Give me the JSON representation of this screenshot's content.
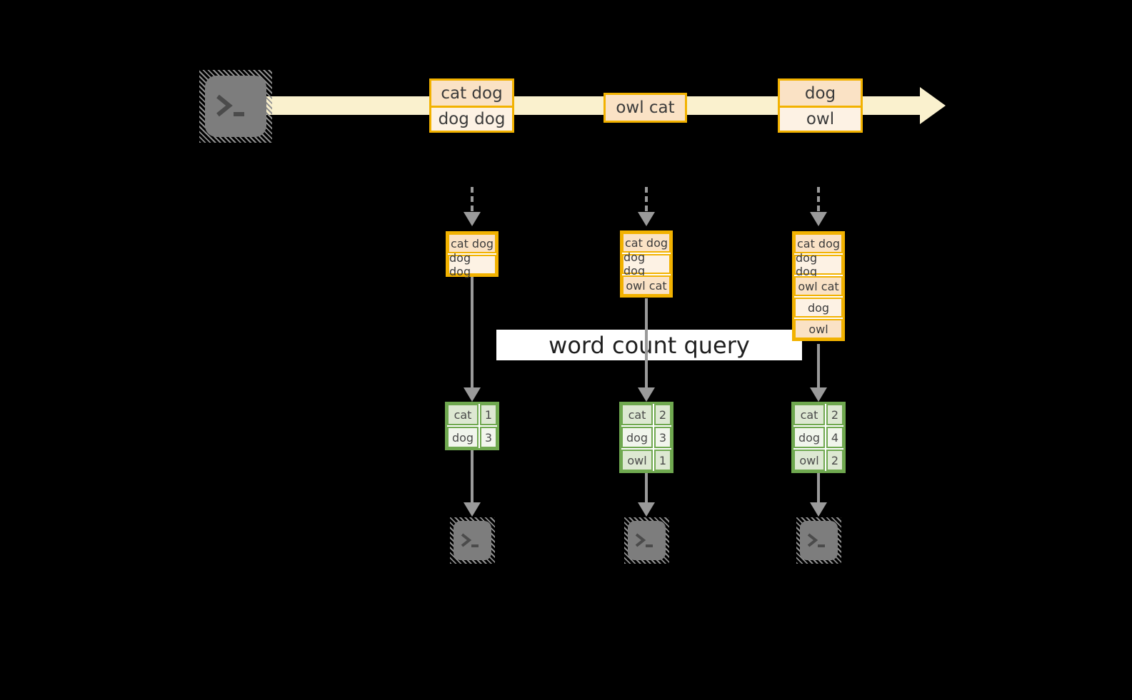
{
  "query_label": "word count query",
  "colors": {
    "background": "#000000",
    "stream_fill": "#FAF1CE",
    "record_border": "#F2B200",
    "record_fill_dark": "#FAE2C5",
    "record_fill_light": "#FDF2E4",
    "table_border": "#6FA84F",
    "table_fill_dark": "#DDE8D2",
    "table_fill_light": "#F1F5EC",
    "arrow_gray": "#9A9A9A",
    "terminal_gray": "#7D7D7D"
  },
  "icons": {
    "source": "terminal-icon",
    "sink": "terminal-icon",
    "stream_head": "arrow-right-icon"
  },
  "stream": {
    "batches": [
      {
        "lines": [
          "cat dog",
          "dog dog"
        ]
      },
      {
        "lines": [
          "owl cat"
        ]
      },
      {
        "lines": [
          "dog",
          "owl"
        ]
      }
    ]
  },
  "columns": [
    {
      "buffer": [
        "cat dog",
        "dog dog"
      ],
      "counts": [
        {
          "word": "cat",
          "count": "1"
        },
        {
          "word": "dog",
          "count": "3"
        }
      ]
    },
    {
      "buffer": [
        "cat dog",
        "dog dog",
        "owl cat"
      ],
      "counts": [
        {
          "word": "cat",
          "count": "2"
        },
        {
          "word": "dog",
          "count": "3"
        },
        {
          "word": "owl",
          "count": "1"
        }
      ]
    },
    {
      "buffer": [
        "cat dog",
        "dog dog",
        "owl cat",
        "dog",
        "owl"
      ],
      "counts": [
        {
          "word": "cat",
          "count": "2"
        },
        {
          "word": "dog",
          "count": "4"
        },
        {
          "word": "owl",
          "count": "2"
        }
      ]
    }
  ]
}
